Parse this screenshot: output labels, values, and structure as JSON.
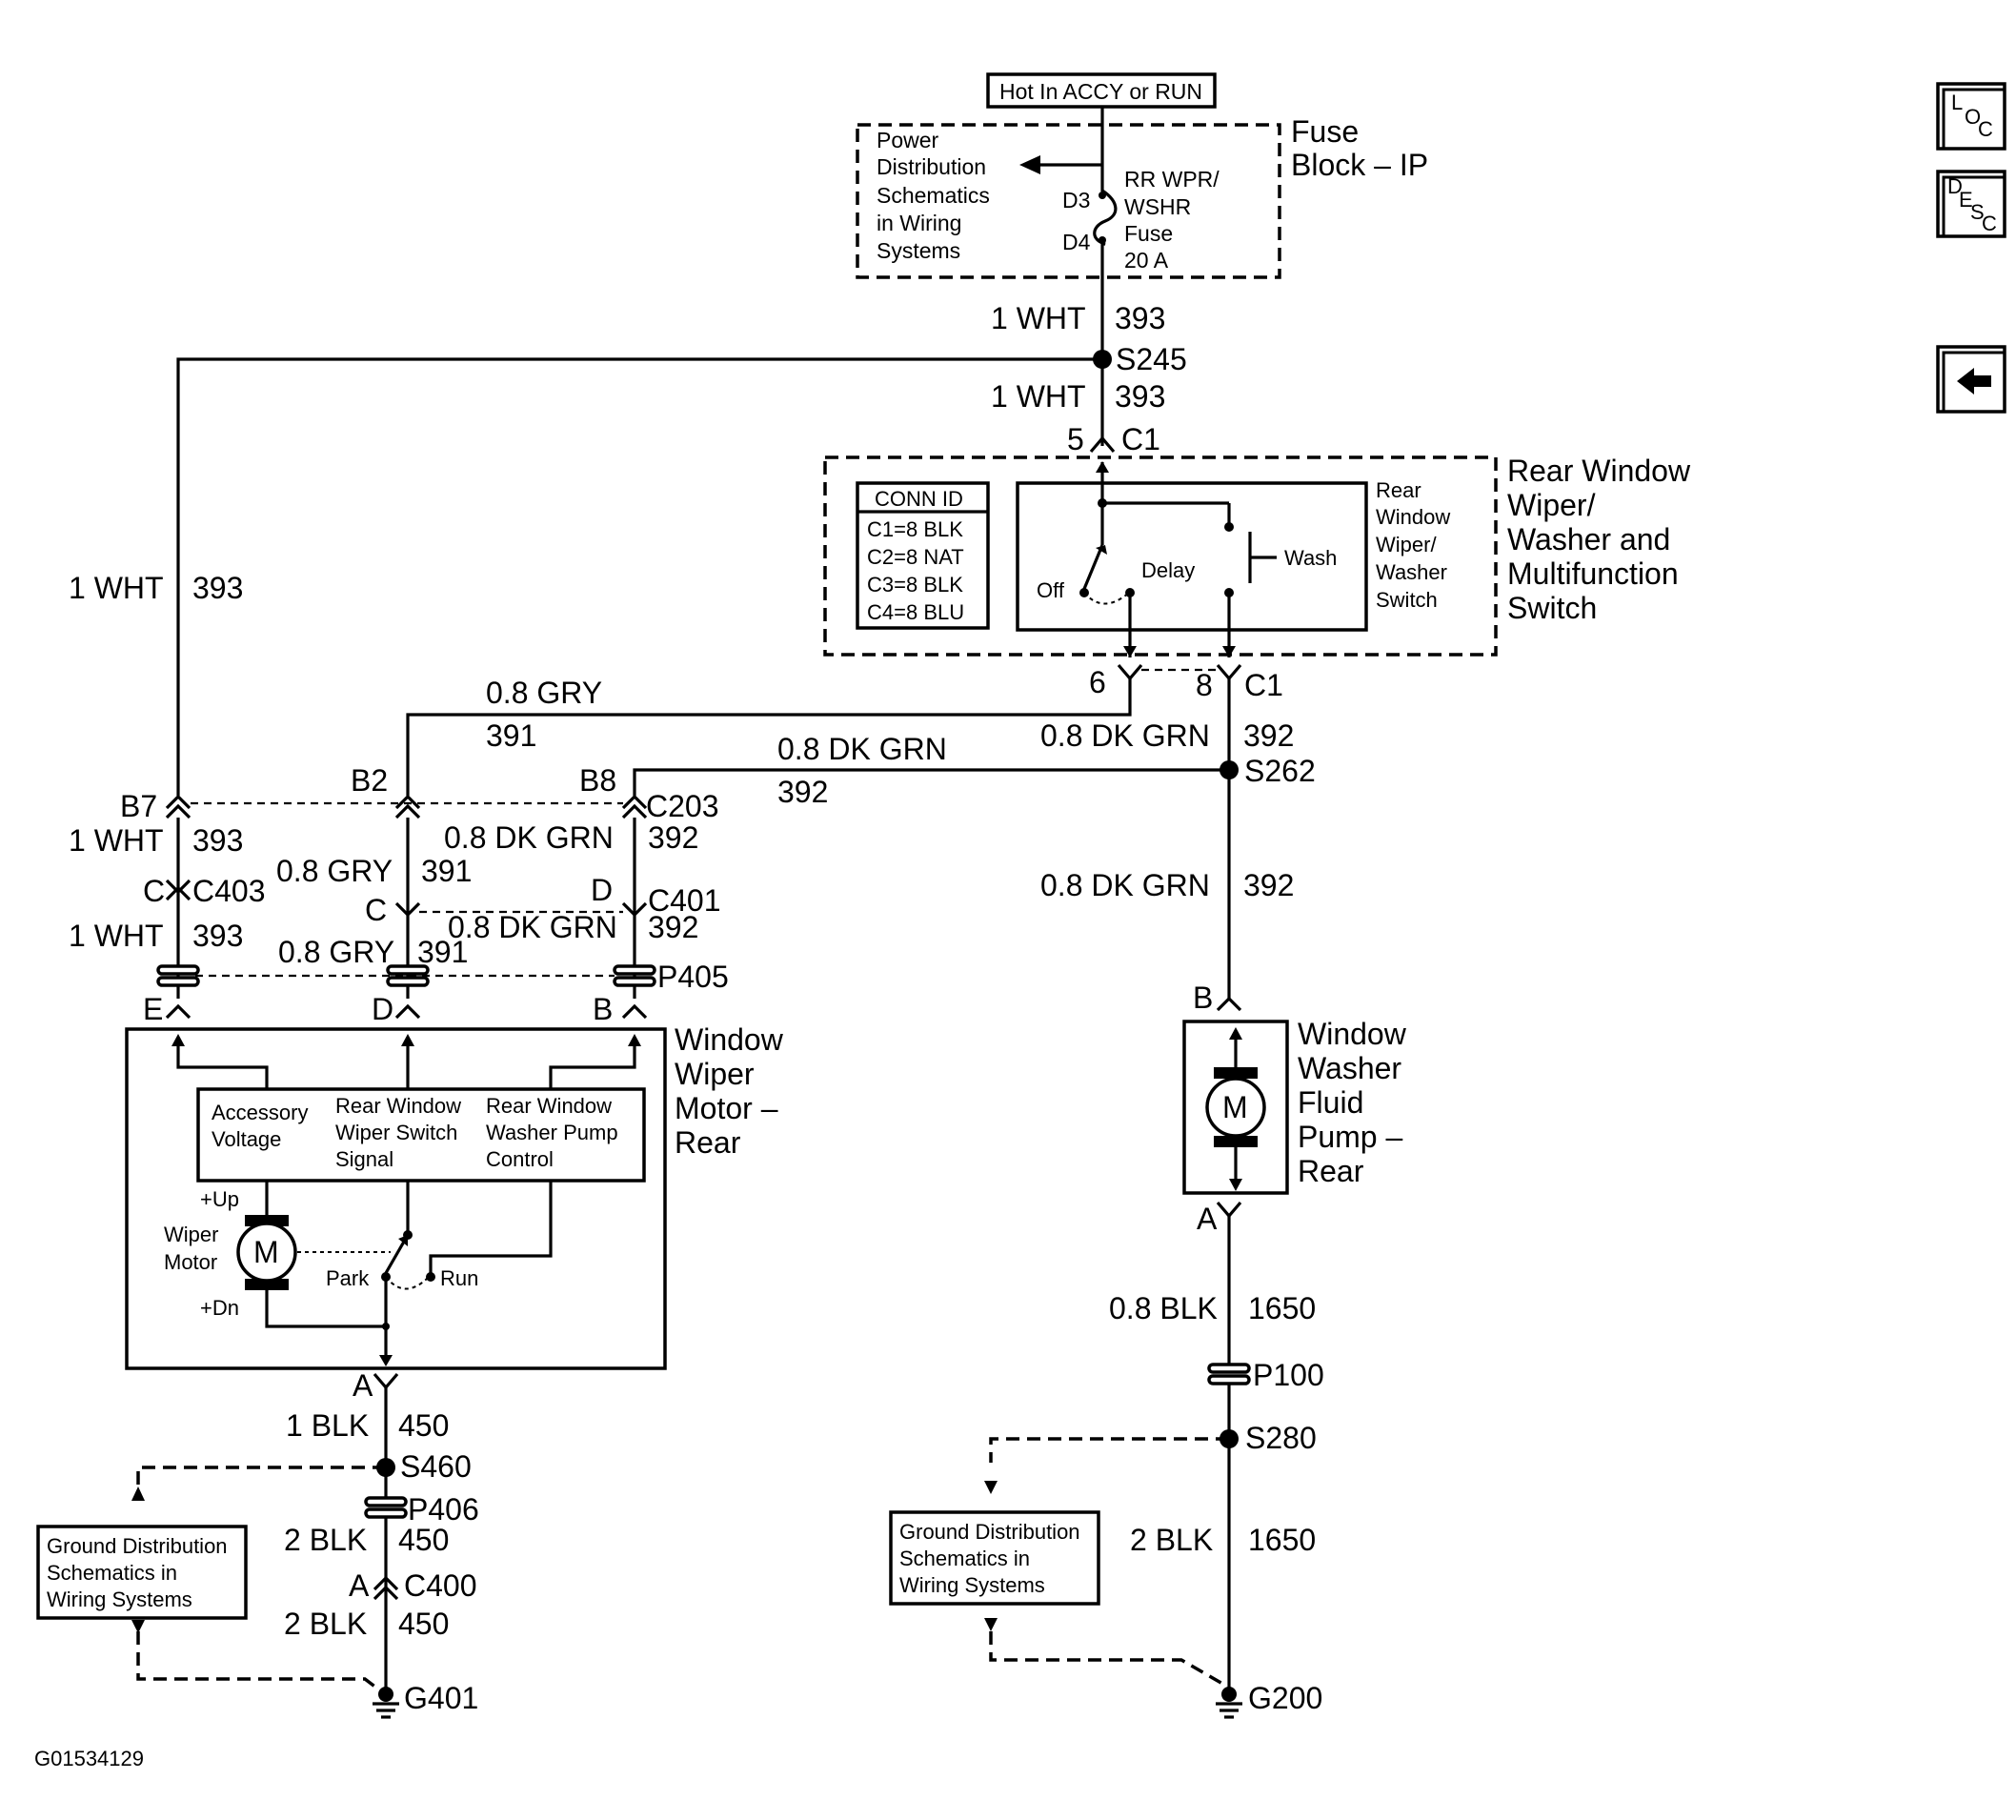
{
  "source_label": "Hot In ACCY or RUN",
  "fuse_block": {
    "title_line1": "Fuse",
    "title_line2": "Block – IP",
    "power_ref": [
      "Power",
      "Distribution",
      "Schematics",
      "in Wiring",
      "Systems"
    ],
    "pin_top": "D3",
    "pin_bottom": "D4",
    "fuse_label": [
      "RR WPR/",
      "WSHR",
      "Fuse",
      "20 A"
    ]
  },
  "wires": {
    "top_upper": {
      "gauge": "1 WHT",
      "circuit": "393"
    },
    "top_lower": {
      "gauge": "1 WHT",
      "circuit": "393"
    },
    "left_long": {
      "gauge": "1 WHT",
      "circuit": "393"
    },
    "gry_top": {
      "gauge": "0.8 GRY",
      "circuit": "391"
    },
    "grn_top": {
      "gauge": "0.8 DK GRN",
      "circuit": "392"
    },
    "grn_right_upper": {
      "gauge": "0.8 DK GRN",
      "circuit": "392"
    },
    "grn_right_lower": {
      "gauge": "0.8 DK GRN",
      "circuit": "392"
    },
    "wht_mid1": {
      "gauge": "1 WHT",
      "circuit": "393"
    },
    "wht_mid2": {
      "gauge": "1 WHT",
      "circuit": "393"
    },
    "gry_mid1": {
      "gauge": "0.8 GRY",
      "circuit": "391"
    },
    "gry_mid2": {
      "gauge": "0.8 GRY",
      "circuit": "391"
    },
    "grn_mid1": {
      "gauge": "0.8 DK GRN",
      "circuit": "392"
    },
    "grn_mid2": {
      "gauge": "0.8 DK GRN",
      "circuit": "392"
    },
    "blk_left1": {
      "gauge": "1 BLK",
      "circuit": "450"
    },
    "blk_left2": {
      "gauge": "2 BLK",
      "circuit": "450"
    },
    "blk_left3": {
      "gauge": "2 BLK",
      "circuit": "450"
    },
    "blk_right1": {
      "gauge": "0.8 BLK",
      "circuit": "1650"
    },
    "blk_right2": {
      "gauge": "2 BLK",
      "circuit": "1650"
    }
  },
  "splices": {
    "s245": "S245",
    "s262": "S262",
    "s460": "S460",
    "s280": "S280"
  },
  "connectors": {
    "c1_top_pin": "5",
    "c1_top": "C1",
    "c1_bot_pin6": "6",
    "c1_bot_pin8": "8",
    "c1_bot": "C1",
    "c203": "C203",
    "c203_b7": "B7",
    "c203_b2": "B2",
    "c203_b8": "B8",
    "c403": "C403",
    "c403_pin": "C",
    "c401": "C401",
    "c401_pin_c": "C",
    "c401_pin_d": "D",
    "p405": "P405",
    "motor_pin_e": "E",
    "motor_pin_d": "D",
    "motor_pin_b": "B",
    "motor_pin_a": "A",
    "c400": "C400",
    "c400_pin": "A",
    "p406": "P406",
    "pump_pin_b": "B",
    "pump_pin_a": "A",
    "p100": "P100"
  },
  "switch_module": {
    "title": [
      "Rear Window",
      "Wiper/",
      "Washer and",
      "Multifunction",
      "Switch"
    ],
    "conn_id_header": "CONN ID",
    "conn_ids": [
      "C1=8 BLK",
      "C2=8 NAT",
      "C3=8 BLK",
      "C4=8 BLU"
    ],
    "switch_label": [
      "Rear",
      "Window",
      "Wiper/",
      "Washer",
      "Switch"
    ],
    "pos_off": "Off",
    "pos_delay": "Delay",
    "pos_wash": "Wash"
  },
  "wiper_motor": {
    "title": [
      "Window",
      "Wiper",
      "Motor –",
      "Rear"
    ],
    "col1": [
      "Accessory",
      "Voltage"
    ],
    "col2": [
      "Rear Window",
      "Wiper Switch",
      "Signal"
    ],
    "col3": [
      "Rear Window",
      "Washer Pump",
      "Control"
    ],
    "plus_up": "+Up",
    "plus_dn": "+Dn",
    "motor_label": [
      "Wiper",
      "Motor"
    ],
    "motor_symbol": "M",
    "park": "Park",
    "run": "Run"
  },
  "washer_pump": {
    "title": [
      "Window",
      "Washer",
      "Fluid",
      "Pump –",
      "Rear"
    ],
    "motor_symbol": "M"
  },
  "grounds": {
    "g401": "G401",
    "g200": "G200",
    "ref_left": [
      "Ground Distribution",
      "Schematics in",
      "Wiring Systems"
    ],
    "ref_right": [
      "Ground Distribution",
      "Schematics in",
      "Wiring Systems"
    ]
  },
  "nav": {
    "loc": {
      "l1": "L",
      "l2": "O",
      "l3": "C"
    },
    "desc": {
      "l1": "D",
      "l2": "E",
      "l3": "S",
      "l4": "C"
    },
    "back_icon": "left-arrow-icon"
  },
  "figure_id": "G01534129"
}
